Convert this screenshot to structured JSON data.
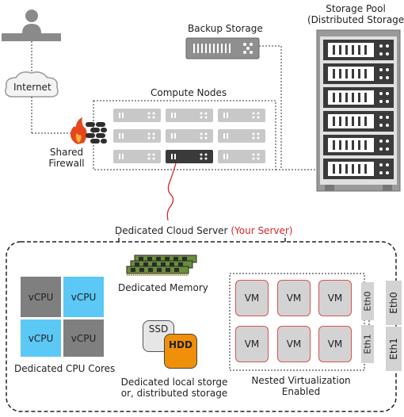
{
  "internet": {
    "label": "Internet"
  },
  "firewall": {
    "label_line1": "Shared",
    "label_line2": "Firewall"
  },
  "compute": {
    "label": "Compute Nodes"
  },
  "backup": {
    "label": "Backup Storage"
  },
  "storage_pool": {
    "label_line1": "Storage Pool",
    "label_line2": "(Distributed Storage)"
  },
  "server": {
    "label": "Dedicated Cloud Server",
    "highlight": "(Your Server)"
  },
  "cpu": {
    "cores": [
      "vCPU",
      "vCPU",
      "vCPU",
      "vCPU"
    ],
    "label": "Dedicated CPU Cores"
  },
  "memory": {
    "label": "Dedicated  Memory"
  },
  "storage": {
    "ssd": "SSD",
    "hdd": "HDD",
    "label_line1": "Dedicated local storge",
    "label_line2": "or, distributed storage"
  },
  "virtualization": {
    "vms": [
      "VM",
      "VM",
      "VM",
      "VM",
      "VM",
      "VM"
    ],
    "eth_inner": [
      "Eth0",
      "Eth1"
    ],
    "eth_outer": [
      "Eth0",
      "Eth1"
    ],
    "label_line1": "Nested Virtualization",
    "label_line2": "Enabled"
  },
  "colors": {
    "vcpu_dark": "#7f7f7f",
    "vcpu_light": "#5bc8f5",
    "hdd": "#f0900a",
    "highlight": "#d9262a",
    "vm_border": "#d9534f"
  }
}
